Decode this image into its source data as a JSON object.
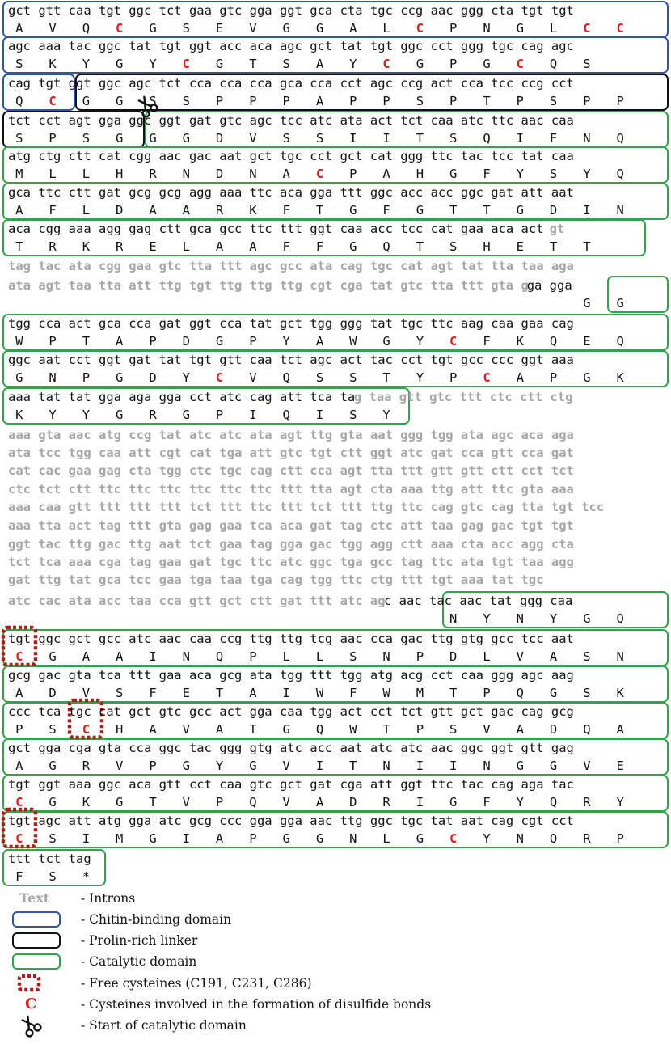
{
  "colors": {
    "exon": "#111111",
    "intron": "#a6a6a6",
    "cys": "#d92020",
    "chitin": "#2e55a6",
    "linker": "#111111",
    "catalytic": "#33a34a",
    "free_cys": "#b01c1c"
  },
  "rows": [
    {
      "kind": "coding",
      "dna": "gct gtt caa tgt ggc tct gaa gtc gga ggt gca cta tgc ccg aac ggg cta tgt tgt",
      "aa": "A   V   Q   C   G   S   E   V   G   G   A   L   C   P   N   G   L   C   C"
    },
    {
      "kind": "coding",
      "dna": "agc aaa tac ggc tat tgt ggt acc aca agc gct tat tgt ggc cct ggg tgc cag agc",
      "aa": "S   K   Y   G   Y   C   G   T   S   A   Y   C   G   P   G   C   Q   S"
    },
    {
      "kind": "coding",
      "dna": "cag tgt ggt ggc agc tct cca cca cca gca cca cct agc ccg act cca tcc ccg cct",
      "aa": "Q   C   G   G   S   S   P   P   P   A   P   P   S   P   T   P   S   P   P"
    },
    {
      "kind": "coding",
      "dna": "tct cct agt gga ggc ggt gat gtc agc tcc atc ata act tct caa atc ttc aac caa",
      "aa": "S   P   S   G   G   G   D   V   S   S   I   I   T   S   Q   I   F   N   Q"
    },
    {
      "kind": "coding",
      "dna": "atg ctg ctt cat cgg aac gac aat gct tgc cct gct cat ggg ttc tac tcc tat caa",
      "aa": "M   L   L   H   R   N   D   N   A   C   P   A   H   G   F   Y   S   Y   Q"
    },
    {
      "kind": "coding",
      "dna": "gca ttc ctt gat gcg gcg agg aaa ttc aca gga ttt ggc acc acc ggc gat att aat",
      "aa": "A   F   L   D   A   A   R   K   F   T   G   F   G   T   T   G   D   I   N"
    },
    {
      "kind": "coding",
      "dna": "aca cgg aaa agg gag ctt gca gcc ttc ttt ggt caa acc tcc cat gaa aca act gt",
      "dna_tail": "gt",
      "aa": "T   R   K   R   E   L   A   A   F   F   G   Q   T   S   H   E   T   T"
    },
    {
      "kind": "intron",
      "dna": "tag tac ata cgg gaa gtc tta ttt agc gcc ata cag tgc cat agt tat tta taa aga"
    },
    {
      "kind": "coding",
      "dna": "ata agt taa tta att ttg tgt ttg ttg ttg cgt cga tat gtc tta ttt gta gga gga",
      "dna_intron": "ata agt taa tta att ttg tgt ttg ttg ttg cgt cga tat gtc tta ttt gta g",
      "dna_exon": "ga gga",
      "aa": "G   G"
    },
    {
      "kind": "coding",
      "dna": "tgg cca act gca cca gat ggt cca tat gct tgg ggg tat tgc ttc aag caa gaa cag",
      "aa": "W   P   T   A   P   D   G   P   Y   A   W   G   Y   C   F   K   Q   E   Q"
    },
    {
      "kind": "coding",
      "dna": "ggc aat cct ggt gat tat tgt gtt caa tct agc act tac cct tgt gcc ccc ggt aaa",
      "aa": "G   N   P   G   D   Y   C   V   Q   S   S   T   Y   P   C   A   P   G   K"
    },
    {
      "kind": "coding",
      "dna": "aaa tat tat gga aga gga cct atc cag att tca ta",
      "dna_intron": "g taa gtt gtc ttt ctc ctt ctg",
      "aa": "K   Y   Y   G   R   G   P   I   Q   I   S   Y"
    },
    {
      "kind": "intron",
      "dna": "aaa gta aac atg ccg tat atc atc ata agt ttg gta aat ggg tgg ata agc aca aga"
    },
    {
      "kind": "intron",
      "dna": "ata tcc tgg caa att cgt cat tga att gtc tgt ctt ggt atc gat cca gtt cca gat"
    },
    {
      "kind": "intron",
      "dna": "cat cac gaa gag cta tgg ctc tgc cag ctt cca agt tta ttt gtt gtt ctt cct tct"
    },
    {
      "kind": "intron",
      "dna": "ctc tct ctt ttc ttc ttc ttc ttc ttc ttt tta agt cta aaa ttg att ttc gta aaa"
    },
    {
      "kind": "intron",
      "dna": "aaa caa gtt ttt ttt ttt tct ttt ttc ttt tct ttt ttg ttc cag gtc cag tta tgt tcc"
    },
    {
      "kind": "intron",
      "dna": "aaa tta act tag ttt gta gag gaa tca aca gat tag ctc att taa gag gac tgt tgt"
    },
    {
      "kind": "intron",
      "dna": "ggt tac ttg gac ttg aat tct gaa tag gga gac tgg agg ctt aaa cta acc agg cta"
    },
    {
      "kind": "intron",
      "dna": "tct tca aaa cga tag gaa gat tgc ttc atc ggc tga gcc tag ttc ata tgt taa agg"
    },
    {
      "kind": "intron",
      "dna": "gat ttg tat gca tcc gaa tga taa tga cag tgg ttc ctg ttt tgt aaa tat tgc"
    },
    {
      "kind": "coding",
      "dna_intron": "atc cac ata acc taa cca gtt gct ctt gat ttt atc ag",
      "dna_exon": "c aac tac aac tat ggg caa",
      "aa": "N   Y   N   Y   G   Q"
    },
    {
      "kind": "coding",
      "dna": "tgt ggc gct gcc atc aac caa ccg ttg ttg tcg aac cca gac ttg gtg gcc tcc aat",
      "aa": "C   G   A   A   I   N   Q   P   L   L   S   N   P   D   L   V   A   S   N"
    },
    {
      "kind": "coding",
      "dna": "gcg gac gta tca ttt gaa aca gcg ata tgg ttt tgg atg acg cct caa ggg agc aag",
      "aa": "A   D   V   S   F   E   T   A   I   W   F   W   M   T   P   Q   G   S   K"
    },
    {
      "kind": "coding",
      "dna": "ccc tca tgc cat gct gtc gcc act gga caa tgg act cct tct gtt gct gac cag gcg",
      "aa": "P   S   C   H   A   V   A   T   G   Q   W   T   P   S   V   A   D   Q   A"
    },
    {
      "kind": "coding",
      "dna": "gct gga cga gta cca ggc tac ggg gtg atc acc aat atc atc aac ggc ggt gtt gag",
      "aa": "A   G   R   V   P   G   Y   G   V   I   T   N   I   I   N   G   G   V   E"
    },
    {
      "kind": "coding",
      "dna": "tgt ggt aaa ggc aca gtt cct caa gtc gct gat cga att ggt ttc tac cag aga tac",
      "aa": "C   G   K   G   T   V   P   Q   V   A   D   R   I   G   F   Y   Q   R   Y"
    },
    {
      "kind": "coding",
      "dna": "tgt agc att atg gga atc gcg ccc gga gga aac ttg ggc tgc tat aat cag cgt cct",
      "aa": "C   S   I   M   G   I   A   P   G   G   N   L   G   C   Y   N   Q   R   P"
    },
    {
      "kind": "coding",
      "dna": "ttt tct tag",
      "aa": "F   S   *"
    }
  ],
  "legend": [
    {
      "symbol": "Text",
      "label": "- Introns"
    },
    {
      "symbol": "",
      "label": "- Chitin-binding domain"
    },
    {
      "symbol": "",
      "label": "- Prolin-rich linker"
    },
    {
      "symbol": "",
      "label": "- Catalytic domain"
    },
    {
      "symbol": "",
      "label": "- Free cysteines (C191, C231, C286)"
    },
    {
      "symbol": "C",
      "label": "- Cysteines involved in the formation of disulfide bonds"
    },
    {
      "symbol": "scissors-icon",
      "label": "- Start of catalytic domain"
    }
  ]
}
